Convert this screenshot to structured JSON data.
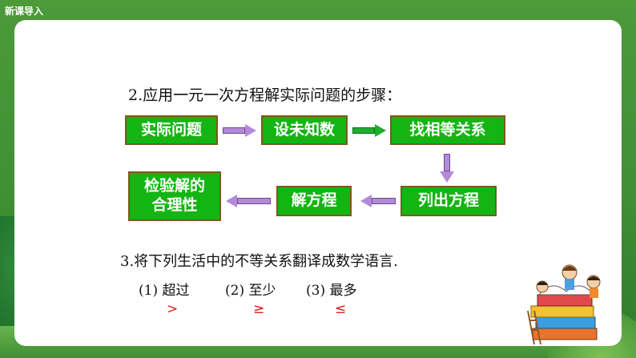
{
  "header": {
    "tag": "新课导入"
  },
  "section2": {
    "heading": "2.应用一元一次方程解实际问题的步骤：",
    "steps": [
      "实际问题",
      "设未知数",
      "找相等关系",
      "列出方程",
      "解方程",
      "检验解的合理性"
    ],
    "step6_lines": [
      "检验解的",
      "合理性"
    ]
  },
  "section3": {
    "heading": "3.将下列生活中的不等关系翻译成数学语言.",
    "items": [
      {
        "label": "(1) 超过",
        "answer": ">"
      },
      {
        "label": "(2) 至少",
        "answer": "≥"
      },
      {
        "label": "(3) 最多",
        "answer": "≤"
      }
    ]
  },
  "colors": {
    "step_fill": "#13b513",
    "arrow_purple": "#b28ad9",
    "arrow_green": "#1fae2e",
    "answer_red": "#e02020",
    "background_green": "#4c9a3a"
  },
  "icons": [
    "tree-decoration",
    "children-reading-books-illustration"
  ]
}
